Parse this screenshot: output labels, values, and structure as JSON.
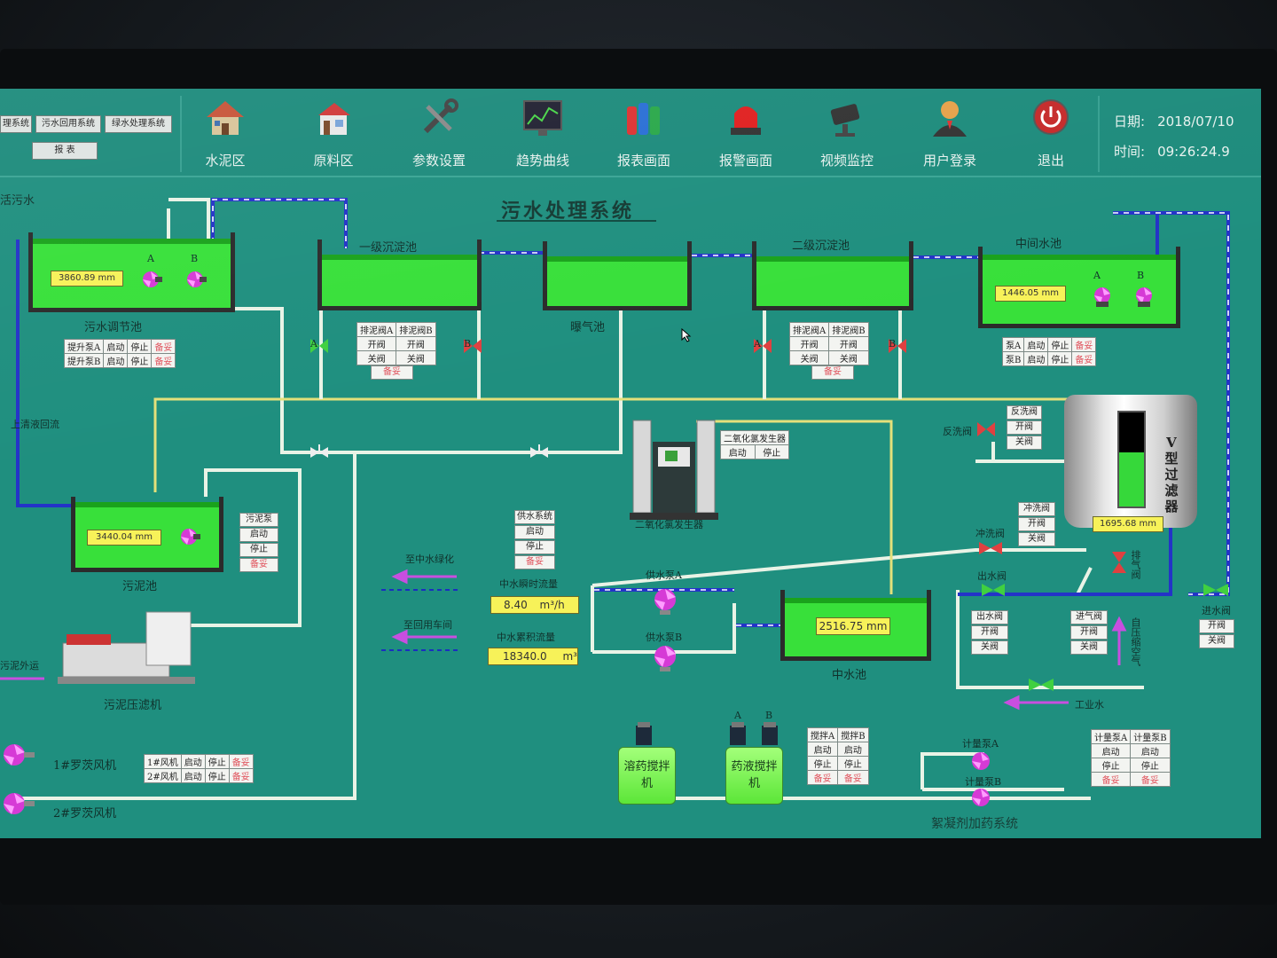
{
  "topbar": {
    "tabs": [
      "理系统",
      "污水回用系统",
      "绿水处理系统"
    ],
    "report_tab": "报 表",
    "nav": [
      {
        "label": "水泥区",
        "icon": "house-icon"
      },
      {
        "label": "原料区",
        "icon": "factory-icon"
      },
      {
        "label": "参数设置",
        "icon": "tools-icon"
      },
      {
        "label": "趋势曲线",
        "icon": "monitor-chart-icon"
      },
      {
        "label": "报表画面",
        "icon": "binders-icon"
      },
      {
        "label": "报警画面",
        "icon": "alarm-light-icon"
      },
      {
        "label": "视频监控",
        "icon": "camera-icon"
      },
      {
        "label": "用户登录",
        "icon": "user-icon"
      },
      {
        "label": "退出",
        "icon": "power-icon"
      }
    ],
    "date_label": "日期:",
    "date_value": "2018/07/10",
    "time_label": "时间:",
    "time_value": "09:26:24.9"
  },
  "title": "污水处理系统",
  "labels": {
    "raw_sewage": "活污水",
    "supernatant_return": "上清液回流",
    "sludge_out": "污泥外运",
    "primary_clarifier": "一级沉淀池",
    "aeration_tank": "曝气池",
    "secondary_clarifier": "二级沉淀池",
    "intermediate_tank": "中间水池",
    "equalization_tank": "污水调节池",
    "sludge_tank": "污泥池",
    "filter_press": "污泥压滤机",
    "blower1": "1#罗茨风机",
    "blower2": "2#罗茨风机",
    "chlorine_dioxide": "二氧化氯发生器",
    "reclaimed_green": "至中水绿化",
    "reclaimed_workshop": "至回用车间",
    "instant_flow": "中水瞬时流量",
    "total_flow": "中水累积流量",
    "supply_pump_a": "供水泵A",
    "supply_pump_b": "供水泵B",
    "reclaimed_tank": "中水池",
    "backwash_valve": "反洗阀",
    "flush_valve": "冲洗阀",
    "outlet_valve": "出水阀",
    "inlet_air_valve": "进气阀",
    "vent_valve": "排气阀",
    "self_compressed_air": "自压缩空气",
    "inlet_valve": "进水阀",
    "industrial_water": "工业水",
    "dissolving_mixer": "溶药搅拌机",
    "dosing_mixer": "药液搅拌机",
    "metering_pump_a": "计量泵A",
    "metering_pump_b": "计量泵B",
    "flocculant_system": "絮凝剂加药系统",
    "filter": "V型过滤器",
    "pump_a": "A",
    "pump_b": "B",
    "valve_a": "A",
    "valve_b": "B"
  },
  "levels": {
    "equalization": "3860.89  mm",
    "intermediate": "1446.05  mm",
    "sludge": "3440.04  mm",
    "filter": "1695.68 mm",
    "reclaimed": "2516.75 mm",
    "instant_flow_value": "8.40",
    "instant_flow_unit": "m³/h",
    "total_flow_value": "18340.0",
    "total_flow_unit": "m³"
  },
  "controls": {
    "equalization": [
      [
        "提升泵A",
        "启动",
        "停止",
        "备妥"
      ],
      [
        "提升泵B",
        "启动",
        "停止",
        "备妥"
      ]
    ],
    "primary_sludge": [
      [
        "排泥阀A",
        "排泥阀B"
      ],
      [
        "开阀",
        "开阀"
      ],
      [
        "关阀",
        "关阀"
      ]
    ],
    "primary_ready": "备妥",
    "secondary_sludge": [
      [
        "排泥阀A",
        "排泥阀B"
      ],
      [
        "开阀",
        "开阀"
      ],
      [
        "关阀",
        "关阀"
      ]
    ],
    "secondary_ready": "备妥",
    "intermediate": [
      [
        "泵A",
        "启动",
        "停止",
        "备妥"
      ],
      [
        "泵B",
        "启动",
        "停止",
        "备妥"
      ]
    ],
    "sludge_pump": [
      "污泥泵",
      "启动",
      "停止",
      "备妥"
    ],
    "chlorine": [
      [
        "二氧化氯发生器"
      ],
      [
        "启动",
        "停止"
      ]
    ],
    "supply_system": [
      "供水系统",
      "启动",
      "停止",
      "备妥"
    ],
    "backwash": [
      "反洗阀",
      "开阀",
      "关阀"
    ],
    "flush": [
      "冲洗阀",
      "开阀",
      "关阀"
    ],
    "outlet": [
      "出水阀",
      "开阀",
      "关阀"
    ],
    "inlet_air": [
      "进气阀",
      "开阀",
      "关阀"
    ],
    "inlet": [
      "开阀",
      "关阀"
    ],
    "blowers": [
      [
        "1#风机",
        "启动",
        "停止",
        "备妥"
      ],
      [
        "2#风机",
        "启动",
        "停止",
        "备妥"
      ]
    ],
    "mixers": [
      [
        "搅拌A",
        "搅拌B"
      ],
      [
        "启动",
        "启动"
      ],
      [
        "停止",
        "停止"
      ],
      [
        "备妥",
        "备妥"
      ]
    ],
    "metering": [
      [
        "计量泵A",
        "计量泵B"
      ],
      [
        "启动",
        "启动"
      ],
      [
        "停止",
        "停止"
      ],
      [
        "备妥",
        "备妥"
      ]
    ]
  },
  "colors": {
    "screen": "#1f8f7f",
    "water": "#38e03a",
    "pipe_blue": "#2433c8",
    "pipe_white": "#e9f3e6",
    "arrow": "#c84ee0"
  }
}
